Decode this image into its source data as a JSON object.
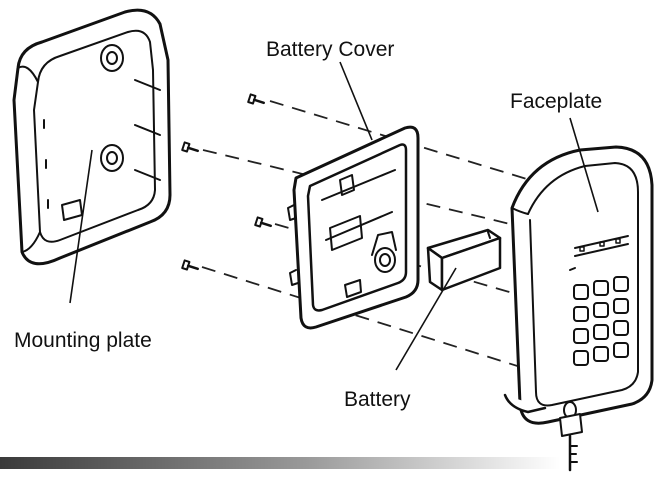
{
  "labels": {
    "battery_cover": "Battery Cover",
    "faceplate": "Faceplate",
    "mounting_plate": "Mounting plate",
    "battery": "Battery"
  },
  "colors": {
    "ink": "#111111",
    "background": "#ffffff",
    "bar_dark": "#3a3a3a",
    "bar_light": "#ffffff"
  }
}
